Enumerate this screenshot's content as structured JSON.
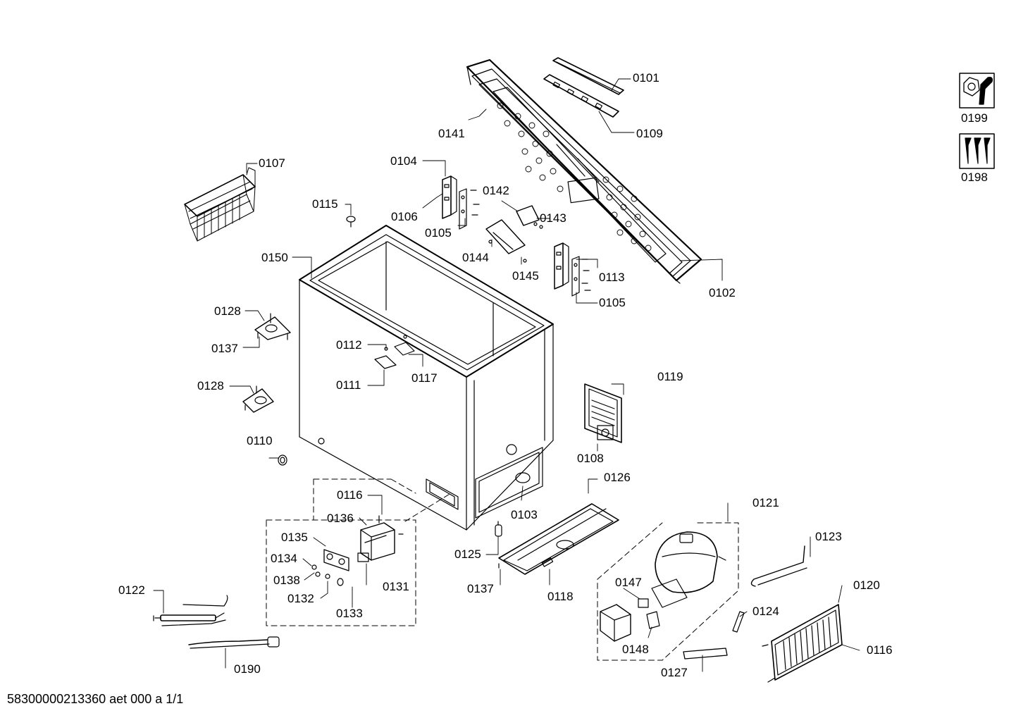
{
  "document_id": "58300000213360 aet 000 a 1/1",
  "side_icons": [
    {
      "label": "0199",
      "icon": "nut-wrench-icon"
    },
    {
      "label": "0198",
      "icon": "screws-icon"
    }
  ],
  "parts": {
    "p0101": "0101",
    "p0109": "0109",
    "p0141": "0141",
    "p0102": "0102",
    "p0107": "0107",
    "p0104": "0104",
    "p0106": "0106",
    "p0105a": "0105",
    "p0142": "0142",
    "p0143": "0143",
    "p0144": "0144",
    "p0145": "0145",
    "p0113": "0113",
    "p0105b": "0105",
    "p0115": "0115",
    "p0150": "0150",
    "p0128a": "0128",
    "p0137a": "0137",
    "p0112": "0112",
    "p0111": "0111",
    "p0117": "0117",
    "p0128b": "0128",
    "p0110": "0110",
    "p0119": "0119",
    "p0108": "0108",
    "p0126": "0126",
    "p0103": "0103",
    "p0116a": "0116",
    "p0136": "0136",
    "p0135": "0135",
    "p0134": "0134",
    "p0138": "0138",
    "p0132": "0132",
    "p0133": "0133",
    "p0131": "0131",
    "p0125": "0125",
    "p0137b": "0137",
    "p0118": "0118",
    "p0121": "0121",
    "p0123": "0123",
    "p0120": "0120",
    "p0147": "0147",
    "p0124": "0124",
    "p0148": "0148",
    "p0116b": "0116",
    "p0127": "0127",
    "p0122": "0122",
    "p0190": "0190"
  }
}
